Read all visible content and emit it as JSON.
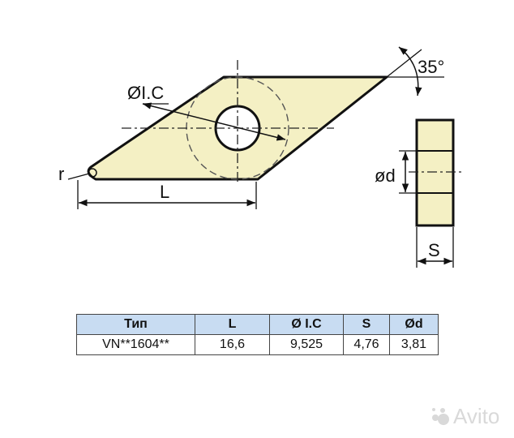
{
  "colors": {
    "insert_fill": "#f4f0c4",
    "outline": "#111111",
    "table_header_bg": "#c8dcf2"
  },
  "drawing": {
    "labels": {
      "inscribed_circle": "ØI.C",
      "angle": "35°",
      "radius": "r",
      "length": "L",
      "hole_diameter": "ød",
      "thickness": "S"
    }
  },
  "table": {
    "headers": [
      "Тип",
      "L",
      "Ø I.C",
      "S",
      "Ød"
    ],
    "rows": [
      [
        "VN**1604**",
        "16,6",
        "9,525",
        "4,76",
        "3,81"
      ]
    ]
  },
  "watermark": {
    "text": "Avito",
    "icon": "avito-logo-icon"
  }
}
